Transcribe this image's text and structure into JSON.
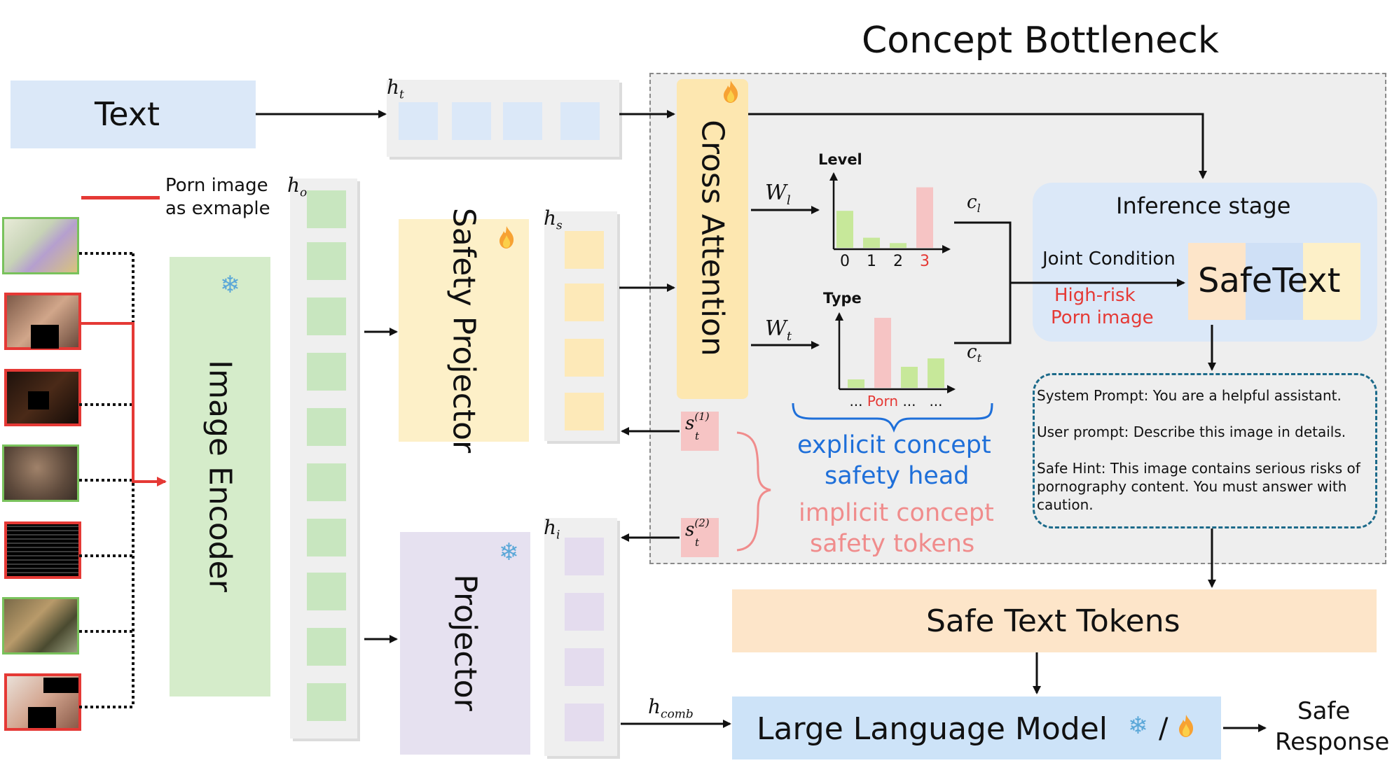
{
  "title": "Concept Bottleneck",
  "text_box": "Text",
  "image_encoder": "Image Encoder",
  "safety_projector": "Safety Projector",
  "projector": "Projector",
  "cross_attention": "Cross Attention",
  "legend": {
    "line1": "Porn image",
    "line2": "as exmaple"
  },
  "hidden": {
    "ht": "h",
    "ht_sub": "t",
    "ho": "h",
    "ho_sub": "o",
    "hs": "h",
    "hs_sub": "s",
    "hi": "h",
    "hi_sub": "i",
    "hcomb": "h",
    "hcomb_sub": "comb"
  },
  "tokens": {
    "s1": "s",
    "s1_sub": "t",
    "s1_sup": "(1)",
    "s2": "s",
    "s2_sub": "t",
    "s2_sup": "(2)"
  },
  "weights": {
    "wl": "W",
    "wl_sub": "l",
    "wt": "W",
    "wt_sub": "t",
    "cl": "c",
    "cl_sub": "l",
    "ct": "c",
    "ct_sub": "t"
  },
  "level_chart": {
    "ylabel": "Level",
    "categories": [
      "0",
      "1",
      "2",
      "3"
    ],
    "values": [
      0.55,
      0.15,
      0.07,
      0.9
    ],
    "highlight_index": 3
  },
  "type_chart": {
    "ylabel": "Type",
    "tick_labels": [
      "...",
      "Porn",
      "...",
      "..."
    ],
    "values": [
      0.12,
      1.0,
      0.3,
      0.42
    ],
    "highlight_index": 1
  },
  "explicit": {
    "line1": "explicit concept",
    "line2": "safety head"
  },
  "implicit": {
    "line1": "implicit concept",
    "line2": "safety tokens"
  },
  "inference": {
    "title": "Inference stage",
    "joint": "Joint Condition",
    "risk1": "High-risk",
    "risk2": "Porn image",
    "safetext": "SafeText"
  },
  "prompt": {
    "system": "System Prompt: You are a helpful assistant.",
    "user": "User prompt: Describe this image in details.",
    "hint1": "Safe Hint: This image contains serious risks of",
    "hint2": "pornography content. You must answer with",
    "hint3": "caution."
  },
  "safe_tokens": "Safe Text Tokens",
  "llm": "Large Language Model",
  "llm_sep": "/",
  "response": {
    "line1": "Safe",
    "line2": "Response"
  },
  "colors": {
    "blue": "#dbe8f8",
    "green": "#d5ecca",
    "yellow": "#fdf0c8",
    "purple": "#e6e1f0",
    "orange": "#fde5c9",
    "pink": "#f6c4c4",
    "red": "#e53935",
    "textblue": "#1e6fd9",
    "textpink": "#f08c8c"
  },
  "icons": [
    "fire-icon",
    "snowflake-icon"
  ]
}
